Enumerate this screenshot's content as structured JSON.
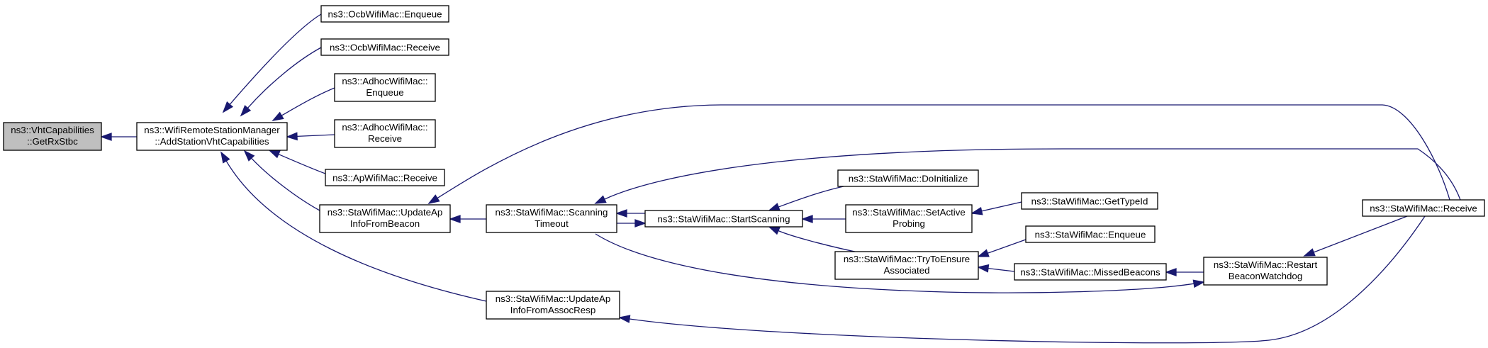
{
  "diagram": {
    "nodes": [
      {
        "id": "n_getrxstbc",
        "lines": [
          "ns3::VhtCapabilities",
          "::GetRxStbc"
        ],
        "focus": true
      },
      {
        "id": "n_addstation",
        "lines": [
          "ns3::WifiRemoteStationManager",
          "::AddStationVhtCapabilities"
        ]
      },
      {
        "id": "n_ocb_enqueue",
        "lines": [
          "ns3::OcbWifiMac::Enqueue"
        ]
      },
      {
        "id": "n_ocb_receive",
        "lines": [
          "ns3::OcbWifiMac::Receive"
        ]
      },
      {
        "id": "n_adhoc_enqueue",
        "lines": [
          "ns3::AdhocWifiMac::",
          "Enqueue"
        ]
      },
      {
        "id": "n_adhoc_receive",
        "lines": [
          "ns3::AdhocWifiMac::",
          "Receive"
        ]
      },
      {
        "id": "n_ap_receive",
        "lines": [
          "ns3::ApWifiMac::Receive"
        ]
      },
      {
        "id": "n_update_beacon",
        "lines": [
          "ns3::StaWifiMac::UpdateAp",
          "InfoFromBeacon"
        ]
      },
      {
        "id": "n_update_assoc",
        "lines": [
          "ns3::StaWifiMac::UpdateAp",
          "InfoFromAssocResp"
        ]
      },
      {
        "id": "n_scan_timeout",
        "lines": [
          "ns3::StaWifiMac::Scanning",
          "Timeout"
        ]
      },
      {
        "id": "n_start_scanning",
        "lines": [
          "ns3::StaWifiMac::StartScanning"
        ]
      },
      {
        "id": "n_doinitialize",
        "lines": [
          "ns3::StaWifiMac::DoInitialize"
        ]
      },
      {
        "id": "n_set_active",
        "lines": [
          "ns3::StaWifiMac::SetActive",
          "Probing"
        ]
      },
      {
        "id": "n_get_typeid",
        "lines": [
          "ns3::StaWifiMac::GetTypeId"
        ]
      },
      {
        "id": "n_try_ensure",
        "lines": [
          "ns3::StaWifiMac::TryToEnsure",
          "Associated"
        ]
      },
      {
        "id": "n_sta_enqueue",
        "lines": [
          "ns3::StaWifiMac::Enqueue"
        ]
      },
      {
        "id": "n_missed_beacons",
        "lines": [
          "ns3::StaWifiMac::MissedBeacons"
        ]
      },
      {
        "id": "n_restart_watchdog",
        "lines": [
          "ns3::StaWifiMac::Restart",
          "BeaconWatchdog"
        ]
      },
      {
        "id": "n_sta_receive",
        "lines": [
          "ns3::StaWifiMac::Receive"
        ]
      }
    ]
  }
}
